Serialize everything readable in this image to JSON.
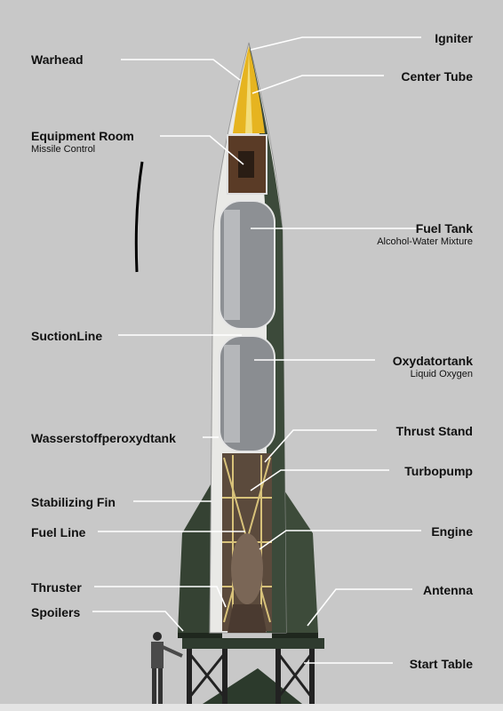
{
  "diagram": {
    "labels_left": [
      {
        "id": "warhead",
        "title": "Warhead",
        "sub": ""
      },
      {
        "id": "equipment-room",
        "title": "Equipment Room",
        "sub": "Missile Control"
      },
      {
        "id": "suction-line",
        "title": "SuctionLine",
        "sub": ""
      },
      {
        "id": "wasserstoff",
        "title": "Wasserstoffperoxydtank",
        "sub": ""
      },
      {
        "id": "stabilizing-fin",
        "title": "Stabilizing Fin",
        "sub": ""
      },
      {
        "id": "fuel-line",
        "title": "Fuel Line",
        "sub": ""
      },
      {
        "id": "thruster",
        "title": "Thruster",
        "sub": ""
      },
      {
        "id": "spoilers",
        "title": "Spoilers",
        "sub": ""
      }
    ],
    "labels_right": [
      {
        "id": "igniter",
        "title": "Igniter",
        "sub": ""
      },
      {
        "id": "center-tube",
        "title": "Center Tube",
        "sub": ""
      },
      {
        "id": "fuel-tank",
        "title": "Fuel Tank",
        "sub": "Alcohol-Water Mixture"
      },
      {
        "id": "oxydatortank",
        "title": "Oxydatortank",
        "sub": "Liquid Oxygen"
      },
      {
        "id": "thrust-stand",
        "title": "Thrust Stand",
        "sub": ""
      },
      {
        "id": "turbopump",
        "title": "Turbopump",
        "sub": ""
      },
      {
        "id": "engine",
        "title": "Engine",
        "sub": ""
      },
      {
        "id": "antenna",
        "title": "Antenna",
        "sub": ""
      },
      {
        "id": "start-table",
        "title": "Start Table",
        "sub": ""
      }
    ]
  },
  "colors": {
    "background": "#c8c8c8",
    "hull_green": "#3c4a3a",
    "hull_white": "#e9e9e6",
    "tank_gray": "#8d9094",
    "warhead_yellow": "#e6b420",
    "leader_line": "#ffffff"
  }
}
